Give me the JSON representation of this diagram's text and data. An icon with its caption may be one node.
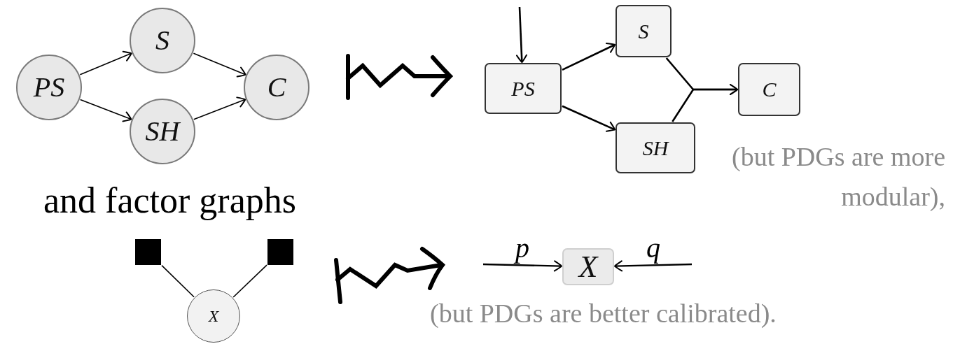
{
  "diagram": {
    "nodes": [
      {
        "text": [
          "PS"
        ]
      },
      {
        "text": [
          "S"
        ]
      },
      {
        "text": [
          "SH"
        ]
      },
      {
        "text": [
          "C"
        ]
      },
      {
        "text": [
          "PS"
        ]
      },
      {
        "text": [
          "S"
        ]
      },
      {
        "text": [
          "SH"
        ]
      },
      {
        "text": [
          "C"
        ]
      },
      {
        "text": [],
        "shape": "box"
      },
      {
        "text": [],
        "shape": "box"
      },
      {
        "text": [
          "X"
        ]
      },
      {
        "text": [
          "X"
        ]
      }
    ],
    "edges": [
      {
        "from": 0,
        "to": 1,
        "arrow": "to"
      },
      {
        "from": 0,
        "to": 2,
        "arrow": "to"
      },
      {
        "from": 1,
        "to": 3,
        "arrow": "to"
      },
      {
        "from": 2,
        "to": 3,
        "arrow": "to"
      },
      {
        "from": null,
        "to": 4,
        "arrow": "to"
      },
      {
        "from": 4,
        "to": 5,
        "arrow": "to"
      },
      {
        "from": 4,
        "to": 6,
        "arrow": "to"
      },
      {
        "from": 5,
        "to": 7,
        "arrow": "to"
      },
      {
        "from": 6,
        "to": 7,
        "arrow": "to"
      },
      {
        "from": 8,
        "to": 10,
        "arrow": "none"
      },
      {
        "from": 9,
        "to": 10,
        "arrow": "none"
      },
      {
        "from": null,
        "to": 11,
        "arrow": "to",
        "label": "p"
      },
      {
        "from": null,
        "to": 11,
        "arrow": "to",
        "label": "q"
      }
    ],
    "labels": [
      "and factor graphs",
      "(but PDGs are more modular),",
      "(but PDGs are better calibrated)."
    ]
  }
}
